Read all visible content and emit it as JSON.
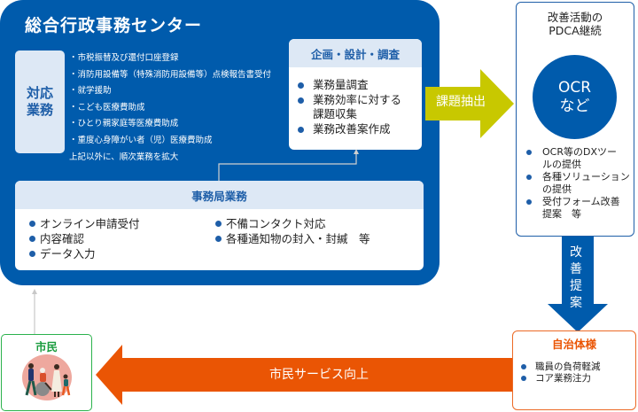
{
  "center": {
    "title": "総合行政事務センター",
    "duties": {
      "label": "対応業務",
      "items": [
        "・市税振替及び還付口座登録",
        "・消防用設備等（特殊消防用設備等）点検報告書受付",
        "・就学援助",
        "・こども医療費助成",
        "・ひとり親家庭等医療費助成",
        "・重度心身障がい者（児）医療費助成",
        "上記以外に、順次業務を拡大"
      ]
    },
    "planning": {
      "header": "企画・設計・調査",
      "items": [
        {
          "line1": "業務量調査",
          "line2": null
        },
        {
          "line1": "業務効率に対する",
          "line2": "課題収集"
        },
        {
          "line1": "業務改善案作成",
          "line2": null
        }
      ]
    },
    "secretariat": {
      "header": "事務局業務",
      "left_items": [
        "オンライン申請受付",
        "内容確認",
        "データ入力"
      ],
      "right_items": [
        "不備コンタクト対応",
        "各種通知物の封入・封緘　等"
      ]
    }
  },
  "issue_arrow": {
    "label": "課題抽出",
    "color": "#c8c800"
  },
  "pdca": {
    "title_line1": "改善活動の",
    "title_line2": "PDCA継続",
    "circle_line1": "OCR",
    "circle_line2": "など",
    "items": [
      {
        "line1": "OCR等のDXツー",
        "line2": "ルの提供"
      },
      {
        "line1": "各種ソリューション",
        "line2": "の提供"
      },
      {
        "line1": "受付フォーム改善",
        "line2": "提案　等"
      }
    ]
  },
  "proposal_arrow": {
    "chars": [
      "改",
      "善",
      "提",
      "案"
    ],
    "color": "#005bac"
  },
  "municipality": {
    "title": "自治体様",
    "items": [
      "職員の負荷軽減",
      "コア業務注力"
    ],
    "color": "#ea5504"
  },
  "service_arrow": {
    "label": "市民サービス向上",
    "color": "#ea5504"
  },
  "citizen": {
    "title": "市民",
    "color": "#1a9c3e"
  },
  "colors": {
    "primary_blue": "#005bac",
    "light_blue": "#dde8f5",
    "bullet_blue": "#1e5ea8",
    "connector_gray": "#c8c8c8"
  }
}
